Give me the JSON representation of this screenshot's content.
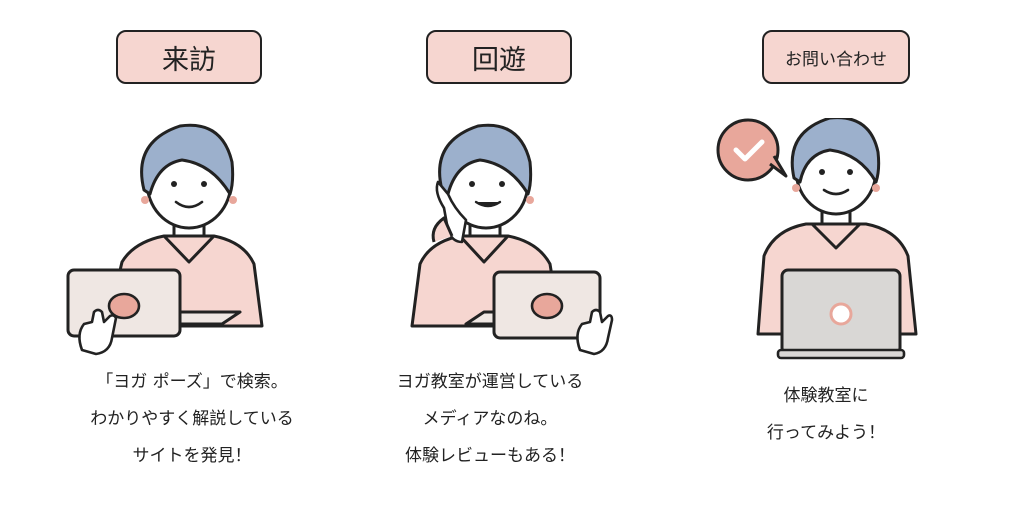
{
  "colors": {
    "hair": "#9cb0cc",
    "shirt": "#f6d6d0",
    "laptop_light": "#efe7e3",
    "laptop_gray": "#d9d7d5",
    "accent": "#e8a79b",
    "outline": "#222222"
  },
  "steps": [
    {
      "label": "来訪",
      "caption_lines": [
        "「ヨガ ポーズ」で検索。",
        "わかりやすく解説している",
        "サイトを発見！"
      ],
      "illustration": "person-with-laptop-icon"
    },
    {
      "label": "回遊",
      "caption_lines": [
        "ヨガ教室が運営している",
        "メディアなのね。",
        "体験レビューもある！"
      ],
      "illustration": "person-thinking-with-laptop-icon"
    },
    {
      "label": "お問い合わせ",
      "caption_lines": [
        "体験教室に",
        "行ってみよう！"
      ],
      "illustration": "person-sending-inquiry-icon",
      "bubble_icon": "check-speech-bubble-icon"
    }
  ]
}
